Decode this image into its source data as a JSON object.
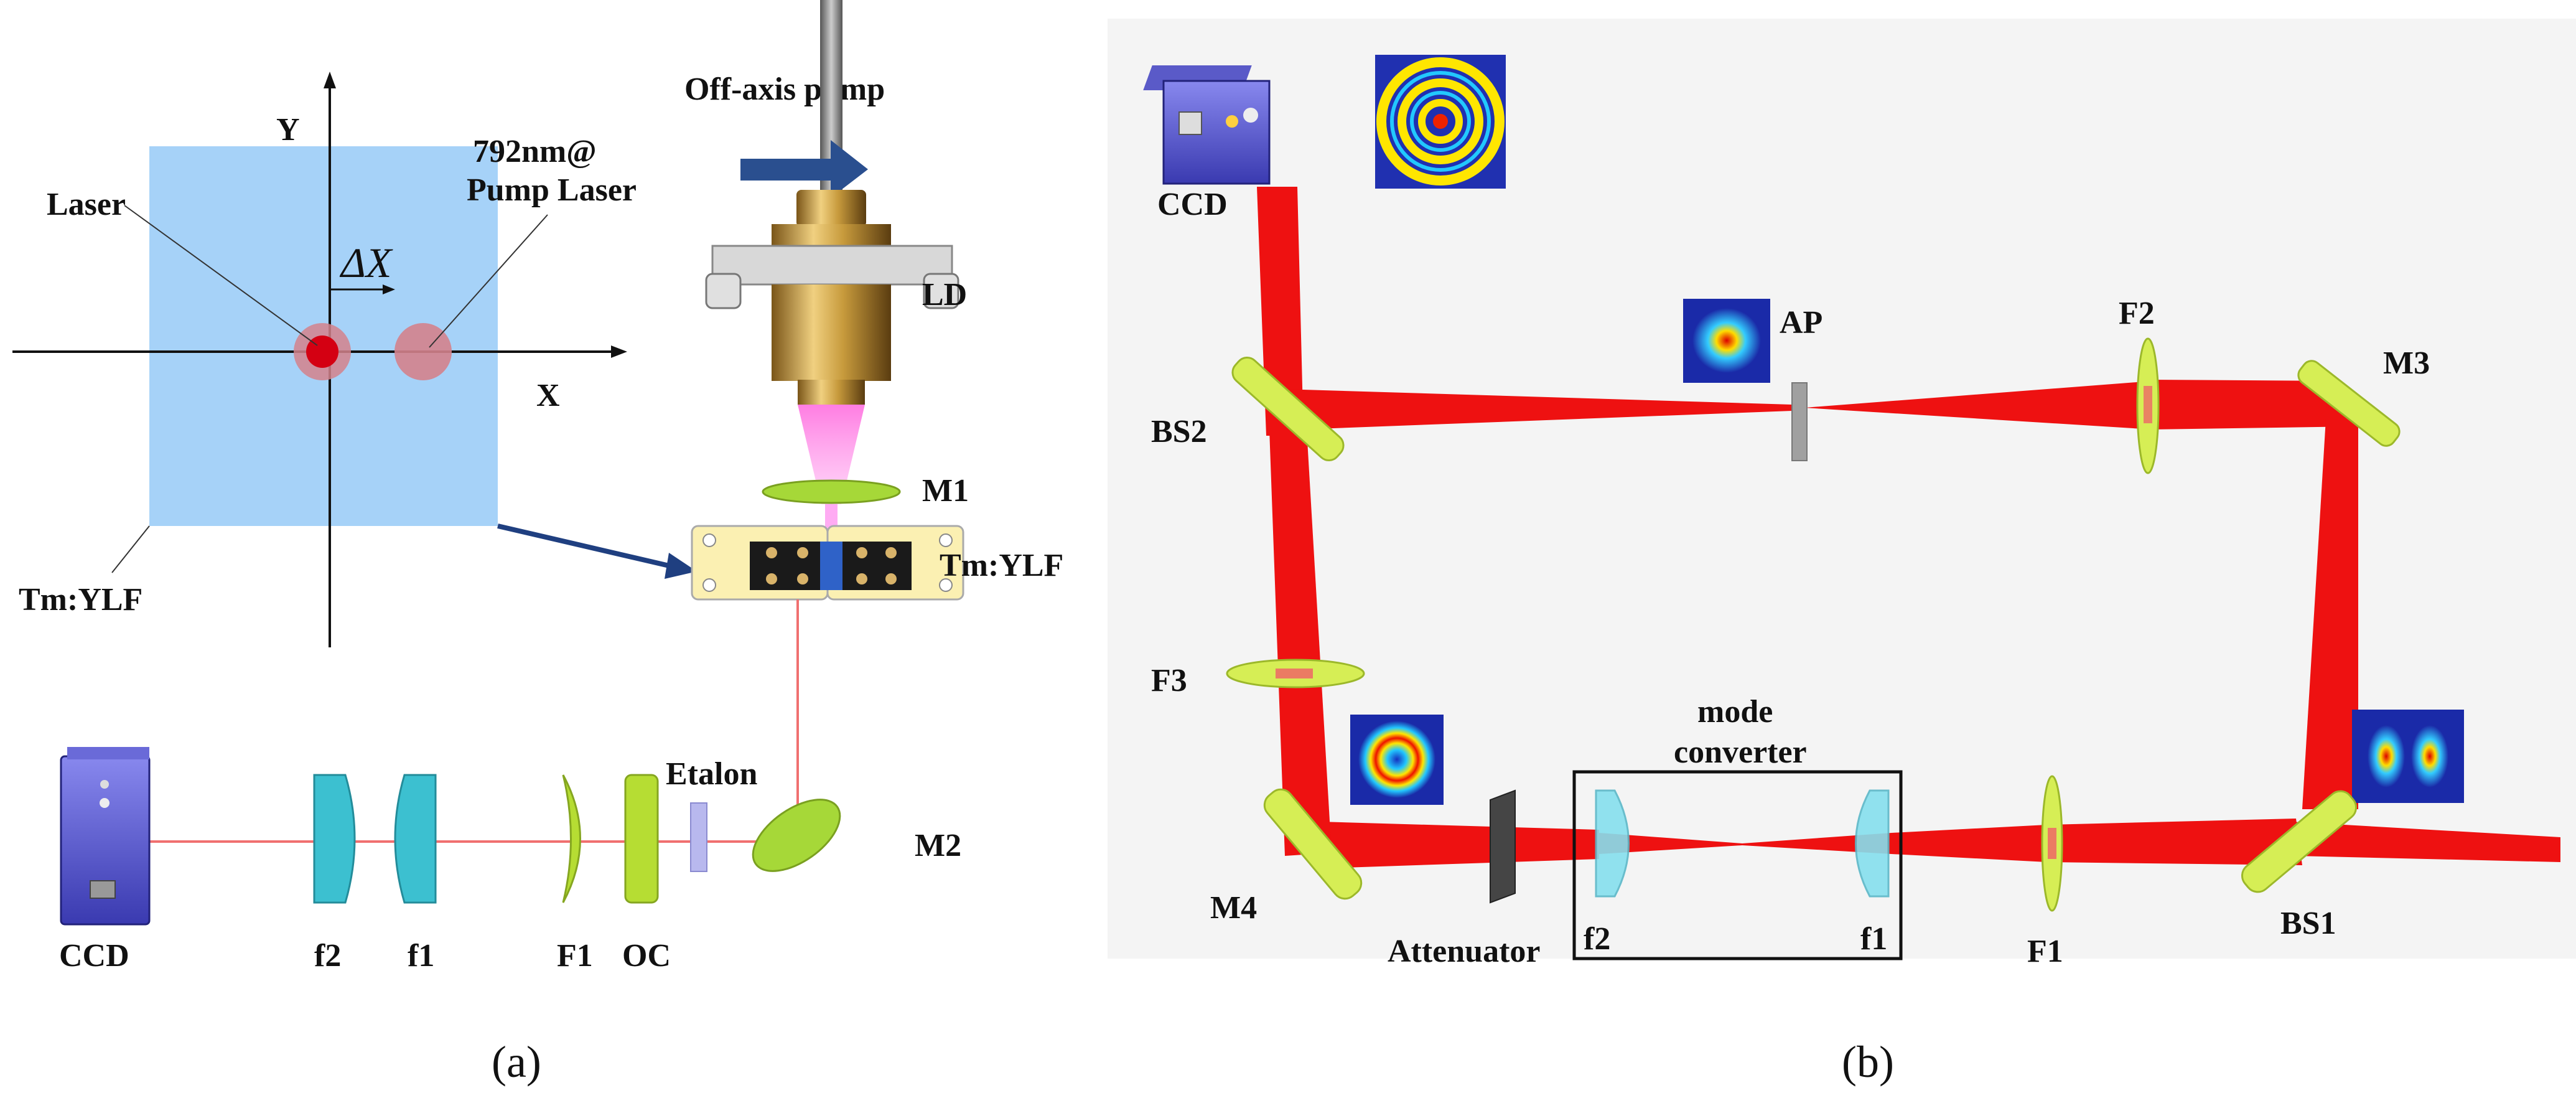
{
  "panel_a": {
    "caption": "(a)",
    "axes": {
      "x_label": "X",
      "y_label": "Y",
      "delta_label": "ΔX"
    },
    "spot_labels": {
      "laser": "Laser",
      "pump_line1": "792nm@",
      "pump_line2": "Pump Laser"
    },
    "crystal_label": "Tm:YLF",
    "pump_title": "Off-axis pump",
    "components": {
      "ld": "LD",
      "m1": "M1",
      "tmylf": "Tm:YLF",
      "etalon": "Etalon",
      "m2": "M2",
      "oc": "OC",
      "f1_upper": "F1",
      "f1_lens": "f1",
      "f2_lens": "f2",
      "ccd": "CCD"
    },
    "colors": {
      "crystal": "#a6d2f8",
      "laser_spot": "#d40012",
      "pump_spot": "#d4828c",
      "beam": "#f07070",
      "arrow": "#1f3f80"
    }
  },
  "panel_b": {
    "caption": "(b)",
    "components": {
      "ccd": "CCD",
      "ap": "AP",
      "f2": "F2",
      "m3": "M3",
      "bs2": "BS2",
      "f3": "F3",
      "m4": "M4",
      "attenuator": "Attenuator",
      "converter_line1": "mode",
      "converter_line2": "converter",
      "f2_lens": "f2",
      "f1_lens": "f1",
      "f1": "F1",
      "bs1": "BS1"
    },
    "colors": {
      "beam": "#ee1111",
      "optic": "#d6ee55",
      "lens": "#86e0ee",
      "background": "#f4f4f4"
    }
  }
}
